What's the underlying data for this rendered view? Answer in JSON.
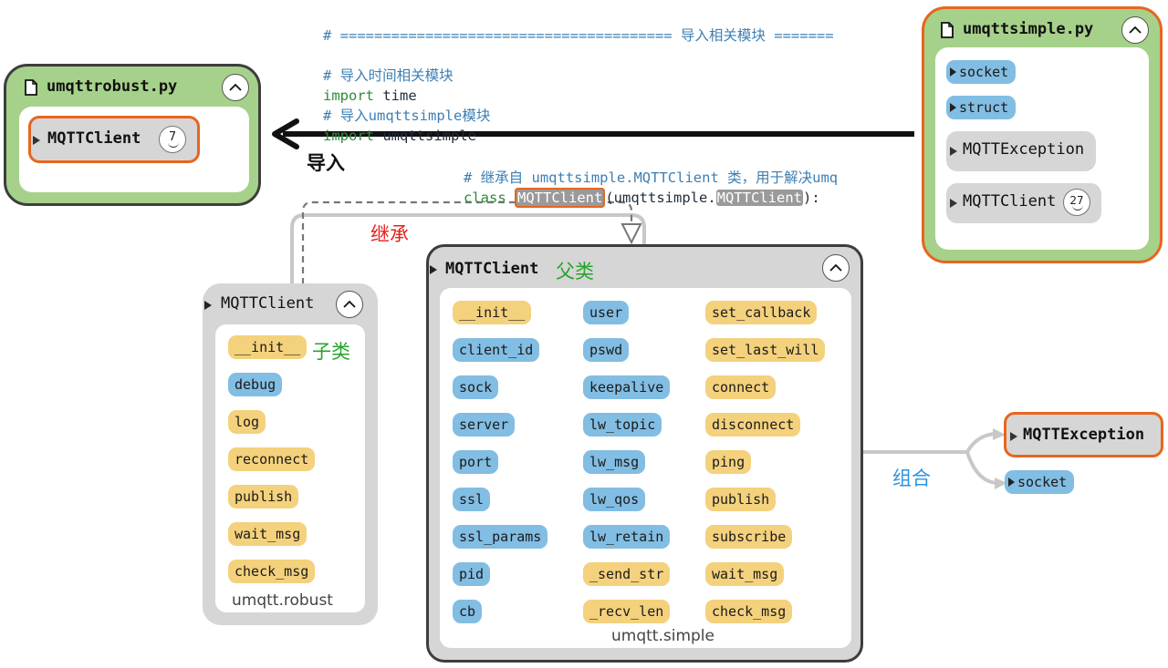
{
  "code": {
    "line1": "# ======================================= 导入相关模块 =======",
    "line2": "# 导入时间相关模块",
    "line3_kw": "import",
    "line3_rest": " time",
    "line4": "# 导入umqttsimple模块",
    "line5_kw": "import",
    "line5_rest": " umqttsimple",
    "line6": "# 继承自 umqttsimple.MQTTClient 类，用于解决umq",
    "line7_kw": "class",
    "line7_cls": "MQTTClient",
    "line7_mid": "(umqttsimple.",
    "line7_base": "MQTTClient",
    "line7_end": "):"
  },
  "robust_file": {
    "title": "umqttrobust.py",
    "ref": "MQTTClient",
    "ref_badge": "7"
  },
  "simple_file": {
    "title": "umqttsimple.py",
    "items": [
      "socket",
      "struct"
    ],
    "refs": [
      {
        "label": "MQTTException",
        "badge": ""
      },
      {
        "label": "MQTTClient",
        "badge": "27"
      }
    ]
  },
  "labels": {
    "import": "导入",
    "inherit": "继承",
    "child": "子类",
    "parent": "父类",
    "compose": "组合"
  },
  "robust_class": {
    "title": "MQTTClient",
    "module": "umqtt.robust",
    "members": [
      {
        "name": "__init__",
        "kind": "method"
      },
      {
        "name": "debug",
        "kind": "attr"
      },
      {
        "name": "log",
        "kind": "method"
      },
      {
        "name": "reconnect",
        "kind": "method"
      },
      {
        "name": "publish",
        "kind": "method"
      },
      {
        "name": "wait_msg",
        "kind": "method"
      },
      {
        "name": "check_msg",
        "kind": "method"
      }
    ]
  },
  "simple_class": {
    "title": "MQTTClient",
    "module": "umqtt.simple",
    "col1": [
      {
        "name": "__init__",
        "kind": "method"
      },
      {
        "name": "client_id",
        "kind": "attr"
      },
      {
        "name": "sock",
        "kind": "attr"
      },
      {
        "name": "server",
        "kind": "attr"
      },
      {
        "name": "port",
        "kind": "attr"
      },
      {
        "name": "ssl",
        "kind": "attr"
      },
      {
        "name": "ssl_params",
        "kind": "attr"
      },
      {
        "name": "pid",
        "kind": "attr"
      },
      {
        "name": "cb",
        "kind": "attr"
      }
    ],
    "col2": [
      {
        "name": "user",
        "kind": "attr"
      },
      {
        "name": "pswd",
        "kind": "attr"
      },
      {
        "name": "keepalive",
        "kind": "attr"
      },
      {
        "name": "lw_topic",
        "kind": "attr"
      },
      {
        "name": "lw_msg",
        "kind": "attr"
      },
      {
        "name": "lw_qos",
        "kind": "attr"
      },
      {
        "name": "lw_retain",
        "kind": "attr"
      },
      {
        "name": "_send_str",
        "kind": "method"
      },
      {
        "name": "_recv_len",
        "kind": "method"
      }
    ],
    "col3": [
      {
        "name": "set_callback",
        "kind": "method"
      },
      {
        "name": "set_last_will",
        "kind": "method"
      },
      {
        "name": "connect",
        "kind": "method"
      },
      {
        "name": "disconnect",
        "kind": "method"
      },
      {
        "name": "ping",
        "kind": "method"
      },
      {
        "name": "publish",
        "kind": "method"
      },
      {
        "name": "subscribe",
        "kind": "method"
      },
      {
        "name": "wait_msg",
        "kind": "method"
      },
      {
        "name": "check_msg",
        "kind": "method"
      }
    ]
  },
  "composition": {
    "exception": "MQTTException",
    "socket": "socket"
  },
  "colors": {
    "file_green": "#a6d18a",
    "highlight_orange": "#e8651f",
    "attr_blue": "#82bde3",
    "method_yellow": "#f4d17c",
    "inherit_red": "#e8201c",
    "subclass_green": "#28a32a",
    "compose_blue": "#2b93e0"
  }
}
